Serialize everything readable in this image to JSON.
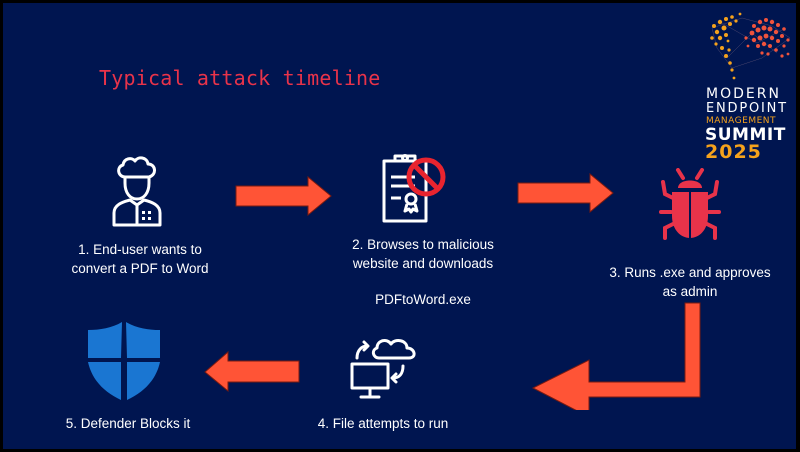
{
  "slide": {
    "title": "Typical attack timeline",
    "accent_color": "#e8334a",
    "arrow_color": "#ff5436",
    "background_color": "#001550"
  },
  "logo": {
    "line1": "MODERN",
    "line2": "ENDPOINT",
    "line3": "MANAGEMENT",
    "line4": "SUMMIT",
    "line5": "2025"
  },
  "steps": [
    {
      "icon": "chef-user-icon",
      "line1": "1. End-user wants to",
      "line2": "convert a PDF to Word"
    },
    {
      "icon": "blocked-certificate-icon",
      "line1": "2. Browses to malicious",
      "line2": "website and downloads",
      "file": "PDFtoWord.exe"
    },
    {
      "icon": "bug-icon",
      "line1": "3. Runs .exe and approves",
      "line2": "as admin"
    },
    {
      "icon": "computer-cloud-sync-icon",
      "line1": "4. File attempts to run"
    },
    {
      "icon": "defender-shield-icon",
      "line1": "5. Defender Blocks it"
    }
  ]
}
